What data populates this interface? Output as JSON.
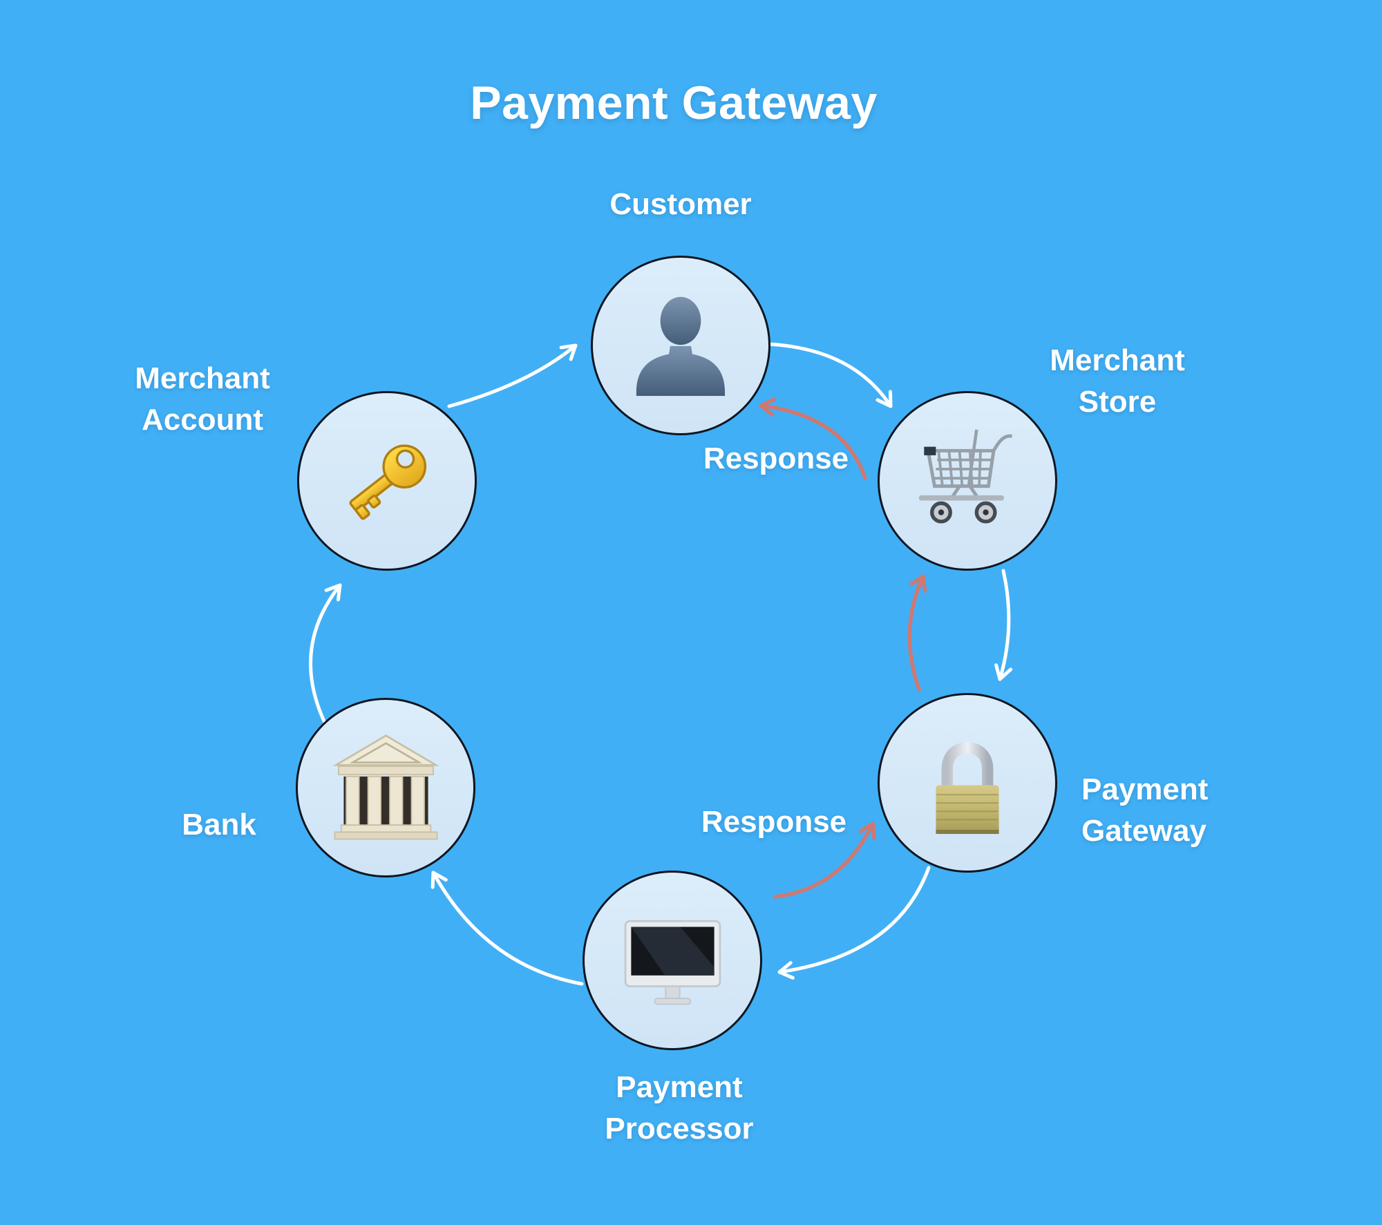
{
  "title": "Payment Gateway",
  "nodes": [
    {
      "id": "customer",
      "label": "Customer",
      "icon": "person-icon"
    },
    {
      "id": "merchant-store",
      "label": "Merchant Store",
      "icon": "shopping-cart-icon"
    },
    {
      "id": "payment-gateway",
      "label": "Payment Gateway",
      "icon": "padlock-icon"
    },
    {
      "id": "payment-processor",
      "label": "Payment Processor",
      "icon": "desktop-computer-icon"
    },
    {
      "id": "bank",
      "label": "Bank",
      "icon": "bank-building-icon"
    },
    {
      "id": "merchant-account",
      "label": "Merchant Account",
      "icon": "key-icon"
    }
  ],
  "flow": {
    "forward_arrows": [
      {
        "from": "Customer",
        "to": "Merchant Store"
      },
      {
        "from": "Merchant Store",
        "to": "Payment Gateway"
      },
      {
        "from": "Payment Gateway",
        "to": "Payment Processor"
      },
      {
        "from": "Payment Processor",
        "to": "Bank"
      },
      {
        "from": "Bank",
        "to": "Merchant Account"
      },
      {
        "from": "Merchant Account",
        "to": "Customer"
      }
    ],
    "response_arrows": [
      {
        "from": "Merchant Store",
        "to": "Customer",
        "label": "Response"
      },
      {
        "from": "Payment Gateway",
        "to": "Merchant Store",
        "label": ""
      },
      {
        "from": "Payment Processor",
        "to": "Payment Gateway",
        "label": "Response"
      }
    ]
  },
  "colors": {
    "background": "#41AFF5",
    "node_fill": "#D5E8F7",
    "node_border": "#0E1620",
    "flow_arrow": "#FFFFFF",
    "response_arrow": "#CE7872",
    "text": "#FFFFFF"
  }
}
